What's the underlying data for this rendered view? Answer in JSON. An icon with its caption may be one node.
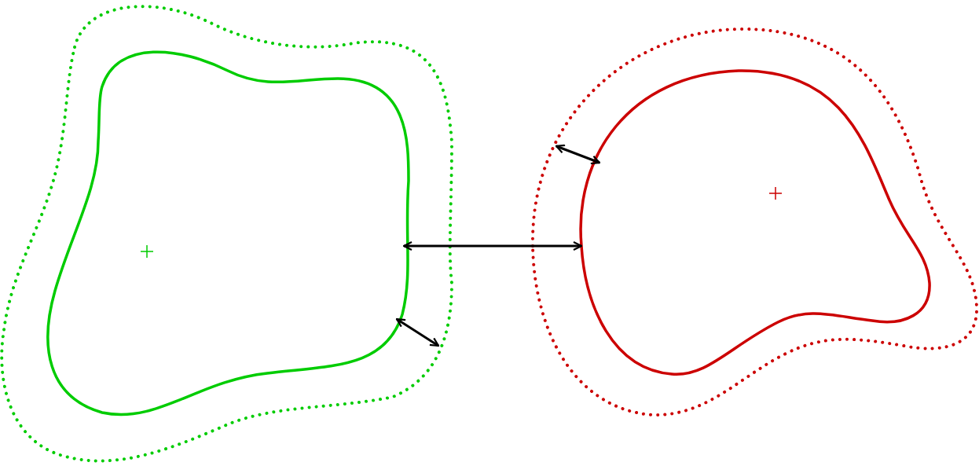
{
  "diagram": {
    "nodes": [
      {
        "text": [],
        "shape": "blob"
      },
      {
        "text": [],
        "shape": "blob",
        "in": 0
      },
      {
        "text": [],
        "shape": "blob"
      },
      {
        "text": [],
        "shape": "blob",
        "in": 2
      }
    ],
    "edges": [
      {
        "from": 1,
        "to": 3,
        "arrow": "both"
      },
      {
        "from": 1,
        "to": 0,
        "arrow": "both"
      },
      {
        "from": 3,
        "to": 2,
        "arrow": "both"
      }
    ]
  }
}
